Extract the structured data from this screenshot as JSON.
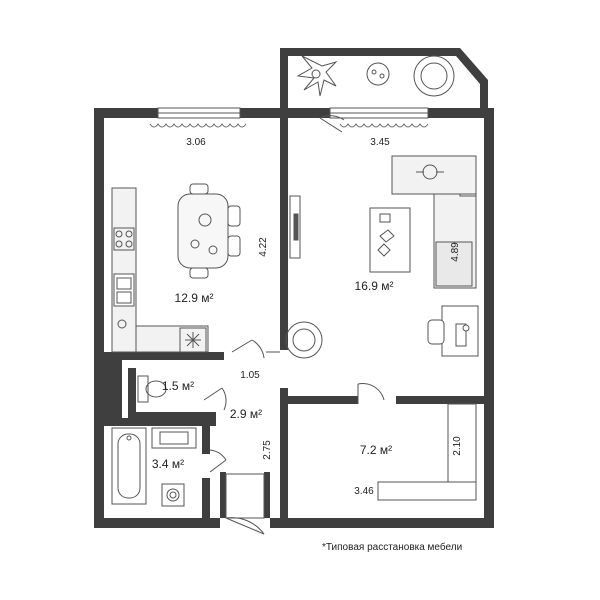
{
  "rooms": {
    "kitchen": {
      "area": "12.9 м²",
      "width": "3.06",
      "depth": "4.22"
    },
    "living": {
      "area": "16.9 м²",
      "width": "3.45",
      "depth": "4.89"
    },
    "bedroom": {
      "area": "7.2 м²",
      "width": "3.46",
      "depth": "2.10"
    },
    "toilet": {
      "area": "1.5 м²"
    },
    "hall": {
      "area": "2.9 м²",
      "width": "1.05",
      "depth": "2.75"
    },
    "bathroom": {
      "area": "3.4 м²"
    }
  },
  "footnote": "*Типовая расстановка мебели",
  "colors": {
    "wall": "#3f3f3f",
    "furniture": "#555555",
    "fill": "#f2f2f2"
  }
}
